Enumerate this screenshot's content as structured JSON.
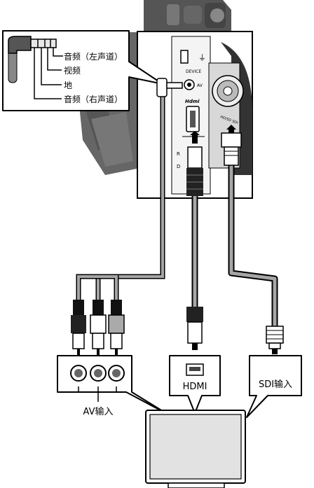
{
  "callout": {
    "pin1": "音频（左声道）",
    "pin2": "视频",
    "pin3": "地",
    "pin4": "音频（右声道）"
  },
  "camera": {
    "device_label": "DEVICE",
    "av_label": "AV",
    "hdmi_logo": "Hdmi",
    "sdi_label": "HD/SD SDI"
  },
  "tv_inputs": {
    "av": "AV输入",
    "hdmi": "HDMI",
    "sdi": "SDI输入"
  },
  "colors": {
    "cable_gray": "#9a9a9a",
    "body_dark": "#444444",
    "panel_gray": "#dcdcdc",
    "outline": "#000000"
  }
}
